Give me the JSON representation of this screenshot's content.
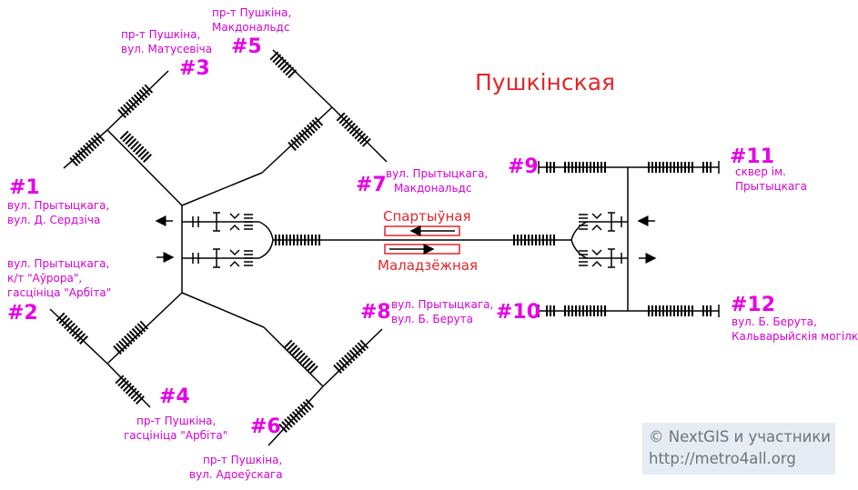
{
  "station": {
    "title": "Пушкінская"
  },
  "directions": {
    "top": "Спартыўная",
    "bottom": "Маладзёжная"
  },
  "colors": {
    "exit_number": "#e600e6",
    "exit_label": "#d400d4",
    "station_title": "#e3262b",
    "lines": "#000000"
  },
  "exits": [
    {
      "id": "1",
      "number": "#1",
      "lines": [
        "вул. Прытыцкага,",
        "вул. Д. Сердзіча"
      ]
    },
    {
      "id": "2",
      "number": "#2",
      "lines": [
        "вул. Прытыцкага,",
        "к/т \"Аўрора\",",
        "гасцініца \"Арбіта\""
      ]
    },
    {
      "id": "3",
      "number": "#3",
      "lines": [
        "пр-т Пушкіна,",
        "вул. Матусевіча"
      ]
    },
    {
      "id": "4",
      "number": "#4",
      "lines": [
        "пр-т Пушкіна,",
        "гасцініца \"Арбіта\""
      ]
    },
    {
      "id": "5",
      "number": "#5",
      "lines": [
        "пр-т Пушкіна,",
        "Макдональдс"
      ]
    },
    {
      "id": "6",
      "number": "#6",
      "lines": [
        "пр-т Пушкіна,",
        "вул. Адоеўскага"
      ]
    },
    {
      "id": "7",
      "number": "#7",
      "lines": [
        "вул. Прытыцкага,",
        "Макдональдс"
      ]
    },
    {
      "id": "8",
      "number": "#8",
      "lines": [
        "вул. Прытыцкага,",
        "вул. Б. Берута"
      ]
    },
    {
      "id": "9",
      "number": "#9",
      "lines": []
    },
    {
      "id": "10",
      "number": "#10",
      "lines": []
    },
    {
      "id": "11",
      "number": "#11",
      "lines": [
        "сквер ім.",
        "Прытыцкага"
      ]
    },
    {
      "id": "12",
      "number": "#12",
      "lines": [
        "вул. Б. Берута,",
        "Кальварыйскія могілкі"
      ]
    }
  ],
  "credit": {
    "line1": "© NextGIS и участники",
    "line2": "http://metro4all.org"
  }
}
